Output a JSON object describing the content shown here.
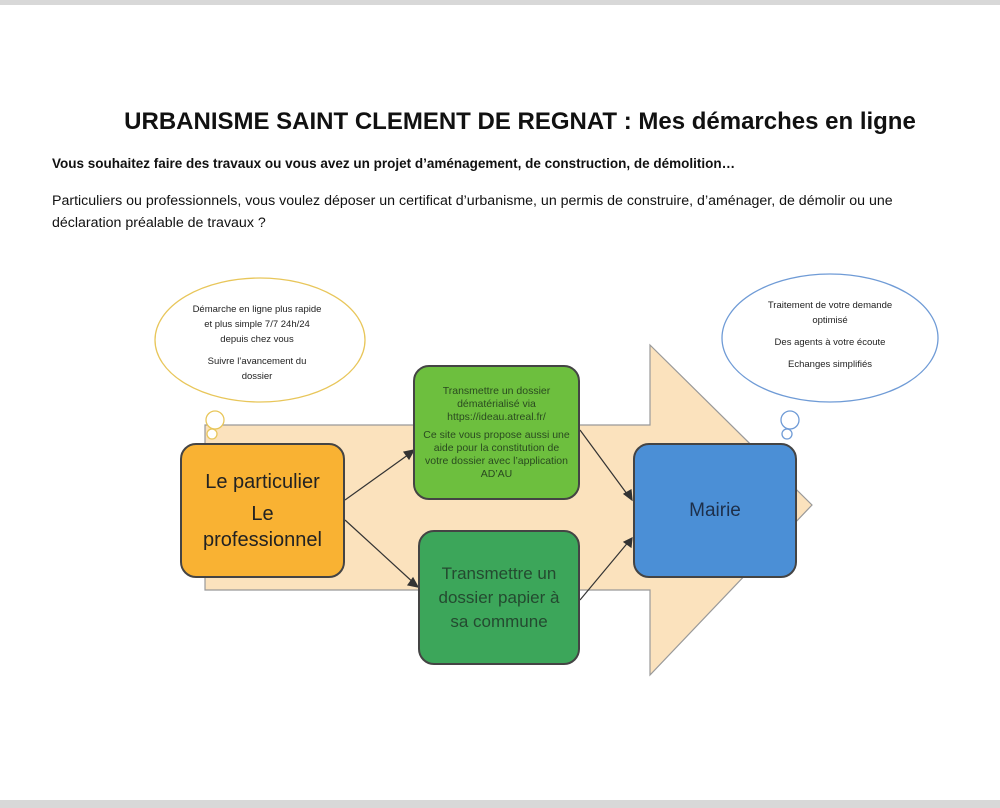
{
  "title": "URBANISME SAINT CLEMENT DE REGNAT : Mes démarches en ligne",
  "subtitle": "Vous souhaitez faire des travaux ou vous avez un projet d’aménagement, de construction, de démolition…",
  "paragraph": "Particuliers ou professionnels, vous voulez déposer un certificat d’urbanisme, un permis de construire, d’aménager, de démolir ou une déclaration préalable de travaux ?",
  "cloud_left": {
    "lines": [
      "Démarche en ligne plus rapide et plus simple 7/7 24h/24 depuis chez vous",
      "Suivre l’avancement du dossier"
    ]
  },
  "cloud_right": {
    "lines": [
      "Traitement de votre demande optimisé",
      "Des agents à votre écoute",
      "Echanges simplifiés"
    ]
  },
  "box_user": {
    "line1": "Le particulier",
    "line2": "Le professionnel"
  },
  "box_online": {
    "line1": "Transmettre un dossier dématérialisé via https://ideau.atreal.fr/",
    "line2": "Ce site vous propose aussi une aide pour la constitution de votre dossier avec l’application AD’AU"
  },
  "box_paper": {
    "text": "Transmettre un dossier papier à sa commune"
  },
  "box_mairie": {
    "text": "Mairie"
  },
  "colors": {
    "orange": "#f9b233",
    "green_light": "#6dbf3e",
    "green_dark": "#3ca65a",
    "blue": "#4b8fd6",
    "arrow": "#fbe2bd"
  }
}
